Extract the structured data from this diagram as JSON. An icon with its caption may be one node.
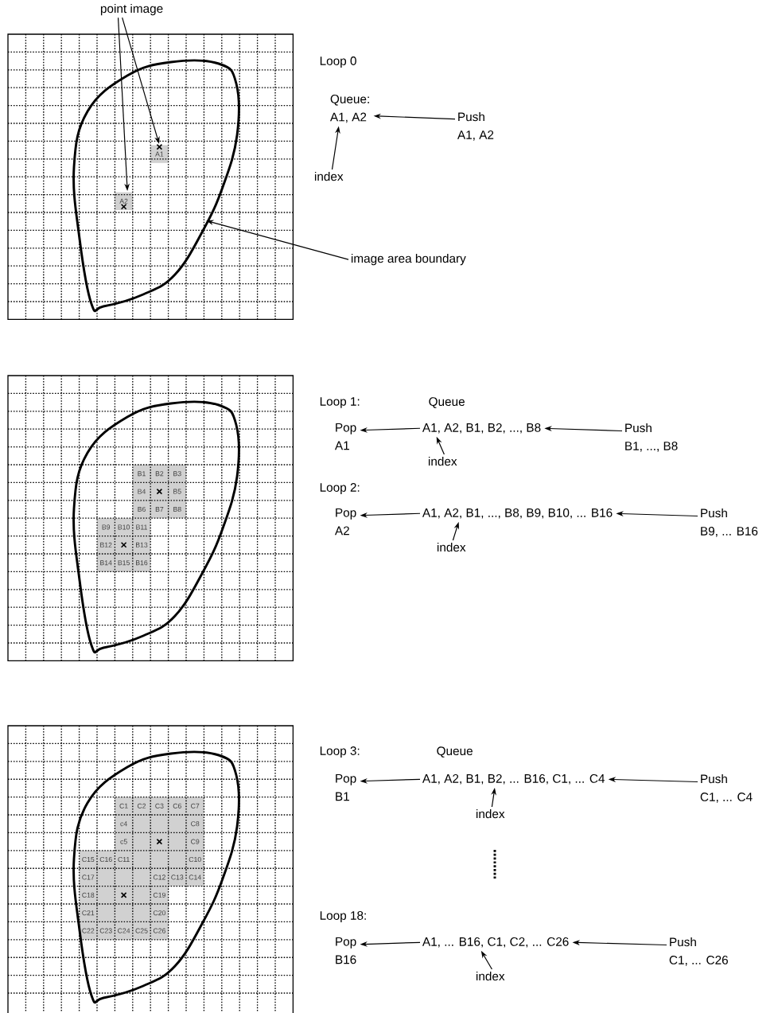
{
  "diagram": {
    "nodes": [
      {
        "text": [
          "point image"
        ]
      },
      {
        "text": [
          "Queue:",
          "A1, A2"
        ]
      },
      {
        "text": [
          "Push",
          "A1, A2"
        ]
      },
      {
        "text": [
          "A1"
        ]
      },
      {
        "text": [
          "index"
        ]
      },
      {
        "text": [
          "A2"
        ]
      },
      {
        "text": [
          "image area boundary"
        ]
      },
      {
        "text": [
          "Pop",
          "A1"
        ]
      },
      {
        "text": [
          "A1, A2, B1, B2, ..., B8"
        ]
      },
      {
        "text": [
          "Push",
          "B1, ..., B8"
        ]
      },
      {
        "text": [
          "index"
        ]
      },
      {
        "text": [
          "Pop",
          "A2"
        ]
      },
      {
        "text": [
          "A1, A2, B1, ..., B8, B9, B10, ... B16"
        ]
      },
      {
        "text": [
          "Push",
          "B9, ... B16"
        ]
      },
      {
        "text": [
          "index"
        ]
      },
      {
        "text": [
          "B1"
        ]
      },
      {
        "text": [
          "B2"
        ]
      },
      {
        "text": [
          "B3"
        ]
      },
      {
        "text": [
          "B4"
        ]
      },
      {
        "text": [
          "B5"
        ]
      },
      {
        "text": [
          "B6"
        ]
      },
      {
        "text": [
          "B7"
        ]
      },
      {
        "text": [
          "B8"
        ]
      },
      {
        "text": [
          "B9"
        ]
      },
      {
        "text": [
          "B10"
        ]
      },
      {
        "text": [
          "B11"
        ]
      },
      {
        "text": [
          "B12"
        ]
      },
      {
        "text": [
          "B13"
        ]
      },
      {
        "text": [
          "B14"
        ]
      },
      {
        "text": [
          "B15"
        ]
      },
      {
        "text": [
          "B16"
        ]
      },
      {
        "text": [
          "Pop",
          "B1"
        ]
      },
      {
        "text": [
          "A1, A2, B1, B2, ... B16, C1, ... C4"
        ]
      },
      {
        "text": [
          "Push",
          "C1, ... C4"
        ]
      },
      {
        "text": [
          "index"
        ]
      },
      {
        "text": [
          "Pop",
          "B16"
        ]
      },
      {
        "text": [
          "A1, ... B16, C1, C2, ... C26"
        ]
      },
      {
        "text": [
          "Push",
          "C1, ... C26"
        ]
      },
      {
        "text": [
          "index"
        ]
      },
      {
        "text": [
          "C1"
        ]
      },
      {
        "text": [
          "C2"
        ]
      },
      {
        "text": [
          "C3"
        ]
      },
      {
        "text": [
          "C6"
        ]
      },
      {
        "text": [
          "C7"
        ]
      },
      {
        "text": [
          "c4"
        ]
      },
      {
        "text": [
          "C8"
        ]
      },
      {
        "text": [
          "c5"
        ]
      },
      {
        "text": [
          "C9"
        ]
      },
      {
        "text": [
          "C15"
        ]
      },
      {
        "text": [
          "C16"
        ]
      },
      {
        "text": [
          "C11"
        ]
      },
      {
        "text": [
          "C10"
        ]
      },
      {
        "text": [
          "C17"
        ]
      },
      {
        "text": [
          "C12"
        ]
      },
      {
        "text": [
          "C13"
        ]
      },
      {
        "text": [
          "C14"
        ]
      },
      {
        "text": [
          "C18"
        ]
      },
      {
        "text": [
          "C19"
        ]
      },
      {
        "text": [
          "C21"
        ]
      },
      {
        "text": [
          "C20"
        ]
      },
      {
        "text": [
          "C22"
        ]
      },
      {
        "text": [
          "C23"
        ]
      },
      {
        "text": [
          "C24"
        ]
      },
      {
        "text": [
          "C25"
        ]
      },
      {
        "text": [
          "C26"
        ]
      }
    ],
    "edges": [
      {
        "from": 0,
        "to": 3,
        "arrow": "to"
      },
      {
        "from": 0,
        "to": 5,
        "arrow": "to"
      },
      {
        "from": 2,
        "to": 1,
        "arrow": "to"
      },
      {
        "from": 4,
        "to": 1,
        "arrow": "to"
      },
      {
        "from": 6,
        "to": null,
        "arrow": "to"
      },
      {
        "from": 8,
        "to": 7,
        "arrow": "to"
      },
      {
        "from": 9,
        "to": 8,
        "arrow": "to"
      },
      {
        "from": 10,
        "to": 8,
        "arrow": "to"
      },
      {
        "from": 12,
        "to": 11,
        "arrow": "to"
      },
      {
        "from": 13,
        "to": 12,
        "arrow": "to"
      },
      {
        "from": 14,
        "to": 12,
        "arrow": "to"
      },
      {
        "from": 32,
        "to": 31,
        "arrow": "to"
      },
      {
        "from": 33,
        "to": 32,
        "arrow": "to"
      },
      {
        "from": 34,
        "to": 32,
        "arrow": "to"
      },
      {
        "from": 36,
        "to": 35,
        "arrow": "to"
      },
      {
        "from": 37,
        "to": 36,
        "arrow": "to"
      },
      {
        "from": 38,
        "to": 36,
        "arrow": "to"
      }
    ],
    "labels": [
      "Loop 0",
      "Loop 1:",
      "Queue",
      "Loop 2:",
      "Loop 3:",
      "Queue",
      "Loop 18:"
    ]
  }
}
